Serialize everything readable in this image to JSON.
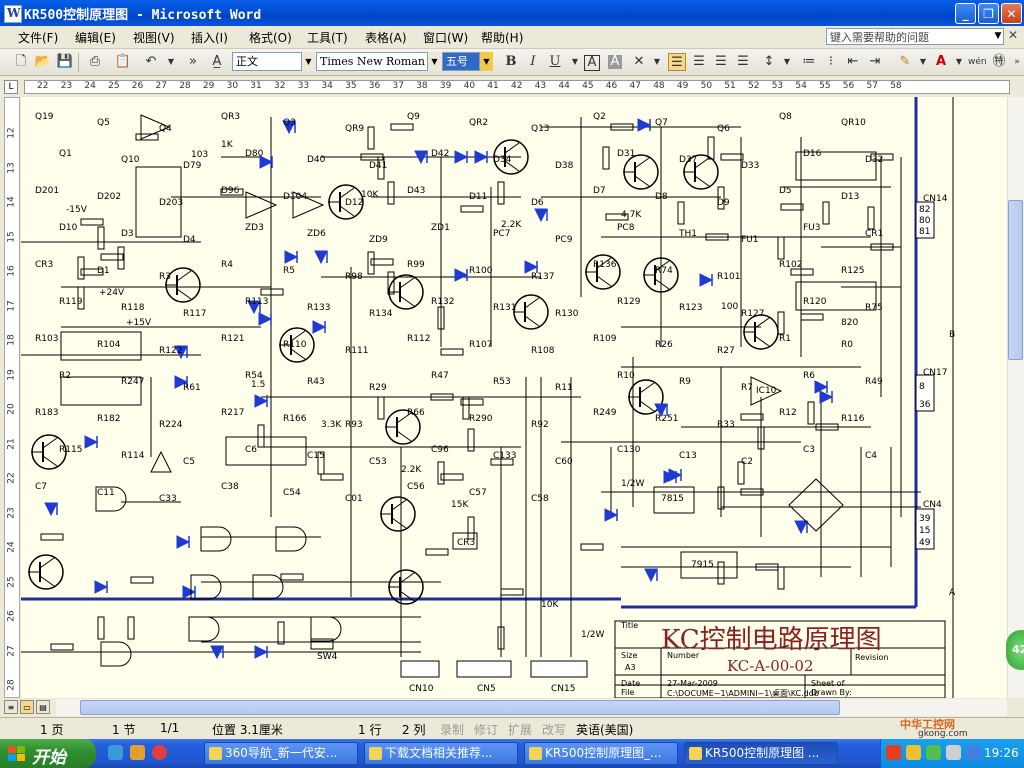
{
  "window": {
    "title": "KR500控制原理图 - Microsoft Word"
  },
  "menu": {
    "items": [
      "文件(F)",
      "编辑(E)",
      "视图(V)",
      "插入(I)",
      "格式(O)",
      "工具(T)",
      "表格(A)",
      "窗口(W)",
      "帮助(H)"
    ],
    "help_placeholder": "键入需要帮助的问题"
  },
  "toolbar": {
    "style": "正文",
    "font": "Times New Roman",
    "size": "五号",
    "bold": "B",
    "italic": "I",
    "underline": "U",
    "char_border": "A",
    "char_shade": "A"
  },
  "ruler": {
    "marks": [
      "22",
      "23",
      "24",
      "25",
      "26",
      "27",
      "28",
      "29",
      "30",
      "31",
      "32",
      "33",
      "34",
      "35",
      "36",
      "37",
      "38",
      "39",
      "40",
      "41",
      "42",
      "43",
      "44",
      "45",
      "46",
      "47",
      "48",
      "49",
      "50",
      "51",
      "52",
      "53",
      "54",
      "55",
      "56",
      "57",
      "58"
    ]
  },
  "vruler": {
    "marks": [
      "12",
      "13",
      "14",
      "15",
      "16",
      "17",
      "18",
      "19",
      "20",
      "21",
      "22",
      "23",
      "24",
      "25",
      "26",
      "27",
      "28"
    ]
  },
  "schematic": {
    "title": "KC控制电路原理图",
    "number": "KC-A-00-02",
    "labels": {
      "title": "Title",
      "size": "Size",
      "size_val": "A3",
      "number": "Number",
      "revision": "Revision",
      "date": "Date",
      "date_val": "27-Mar-2009",
      "file": "File",
      "file_val": "C:\\DOCUME~1\\ADMINI~1\\桌面\\KC.ddb",
      "sheet": "Sheet  of",
      "drawn": "Drawn By:"
    },
    "connectors": [
      "CN14",
      "CN17",
      "CN4",
      "CN10",
      "CN5",
      "CN15"
    ],
    "cn14_pins": [
      "82",
      "80",
      "81"
    ],
    "cn17_pins": [
      "8",
      "36"
    ],
    "cn4_pins": [
      "39",
      "15",
      "49"
    ],
    "ics": [
      "7815",
      "7915",
      "CR3",
      "SW4",
      "IC10"
    ],
    "components": [
      "Q19",
      "Q5",
      "Q4",
      "QR3",
      "Q3",
      "QR9",
      "Q9",
      "QR2",
      "Q13",
      "Q2",
      "Q7",
      "Q6",
      "Q8",
      "QR10",
      "Q1",
      "Q10",
      "D79",
      "D80",
      "D40",
      "D41",
      "D42",
      "D34",
      "D38",
      "D31",
      "D37",
      "D33",
      "D16",
      "D32",
      "D201",
      "D202",
      "D203",
      "D96",
      "D104",
      "D12",
      "D43",
      "D11",
      "D6",
      "D7",
      "D8",
      "D9",
      "D5",
      "D13",
      "D10",
      "D3",
      "D4",
      "ZD3",
      "ZD6",
      "ZD9",
      "ZD1",
      "PC7",
      "PC9",
      "PC8",
      "TH1",
      "FU1",
      "FU3",
      "CR1",
      "CR3",
      "D1",
      "R3",
      "R4",
      "R5",
      "R98",
      "R99",
      "R100",
      "R137",
      "R136",
      "R74",
      "R101",
      "R102",
      "R125",
      "R119",
      "R118",
      "R117",
      "R113",
      "R133",
      "R134",
      "R132",
      "R131",
      "R130",
      "R129",
      "R123",
      "R127",
      "R120",
      "R75",
      "R103",
      "R104",
      "R122",
      "R121",
      "R110",
      "R111",
      "R112",
      "R107",
      "R108",
      "R109",
      "R26",
      "R27",
      "R1",
      "R0",
      "R2",
      "R247",
      "R61",
      "R54",
      "R43",
      "R29",
      "R47",
      "R53",
      "R11",
      "R10",
      "R9",
      "R7",
      "R6",
      "R49",
      "R183",
      "R182",
      "R224",
      "R217",
      "R166",
      "R93",
      "R66",
      "R290",
      "R92",
      "R249",
      "R251",
      "R33",
      "R12",
      "R116",
      "R115",
      "R114",
      "C5",
      "C6",
      "C15",
      "C53",
      "C96",
      "C133",
      "C60",
      "C130",
      "C13",
      "C2",
      "C3",
      "C4",
      "C7",
      "C11",
      "C33",
      "C38",
      "C54",
      "C01",
      "C56",
      "C57",
      "C58"
    ],
    "voltages": [
      "+15V",
      "-15V",
      "+24V",
      "1/2W",
      "1/2W"
    ],
    "values": [
      "1K",
      "10K",
      "2.2K",
      "4.7K",
      "100",
      "820",
      "103",
      "1.5",
      "3.3K",
      "2.2K",
      "15K",
      "10K"
    ]
  },
  "status": {
    "page": "1 页",
    "section": "1 节",
    "pages": "1/1",
    "position": "位置 3.1厘米",
    "line": "1 行",
    "col": "2 列",
    "rec": "录制",
    "trk": "修订",
    "ext": "扩展",
    "ovr": "改写",
    "lang": "英语(美国)"
  },
  "taskbar": {
    "start": "开始",
    "tasks": [
      "360导航_新一代安...",
      "下载文档相关推荐...",
      "KR500控制原理图_...",
      "KR500控制原理图 ..."
    ],
    "clock": "19:26"
  },
  "watermark": {
    "line1": "中华工控网",
    "line2": "gkong.com"
  },
  "bubble": "42"
}
